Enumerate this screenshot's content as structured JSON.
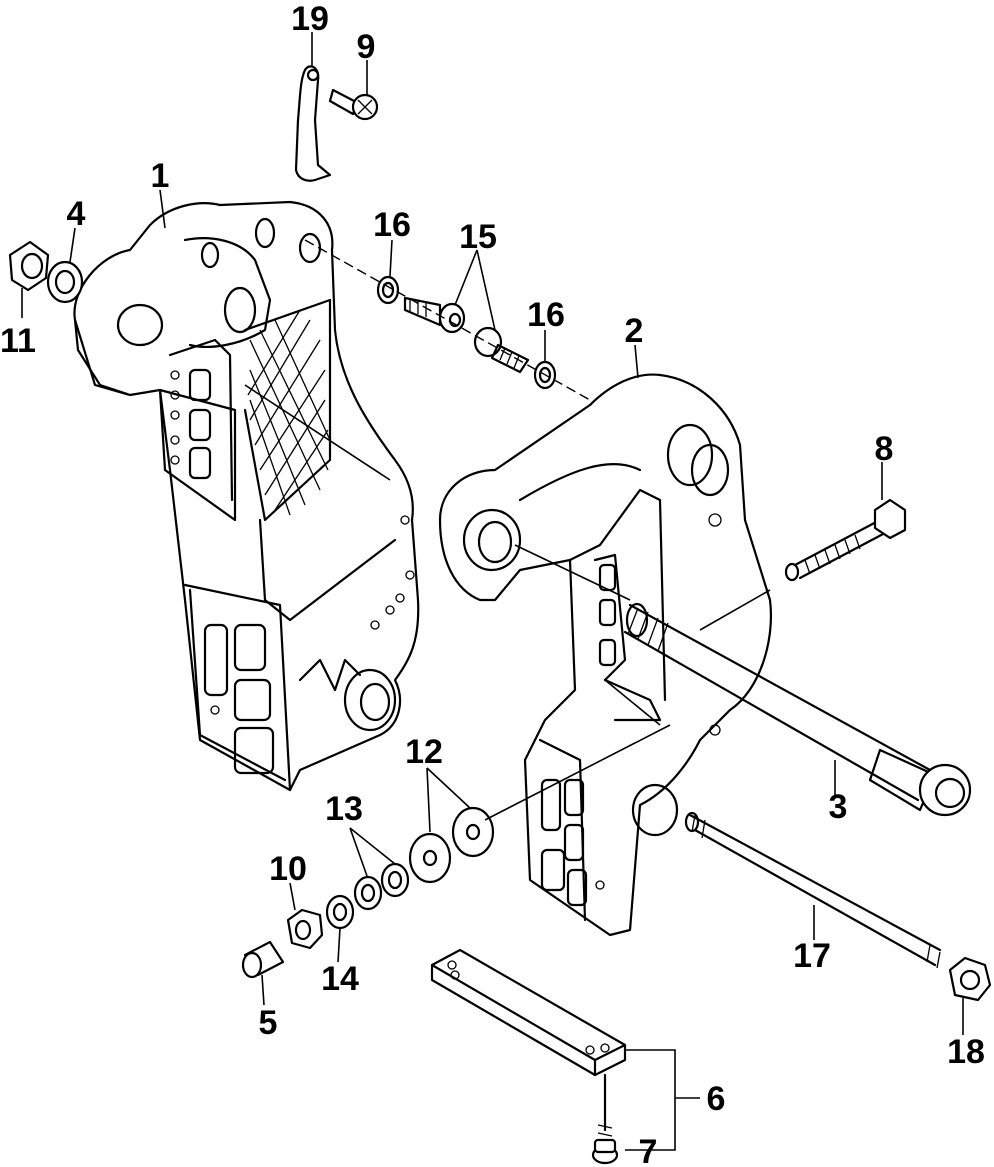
{
  "callouts": [
    {
      "id": "1",
      "label": "1"
    },
    {
      "id": "2",
      "label": "2"
    },
    {
      "id": "3",
      "label": "3"
    },
    {
      "id": "4",
      "label": "4"
    },
    {
      "id": "5",
      "label": "5"
    },
    {
      "id": "6",
      "label": "6"
    },
    {
      "id": "7",
      "label": "7"
    },
    {
      "id": "8",
      "label": "8"
    },
    {
      "id": "9",
      "label": "9"
    },
    {
      "id": "10",
      "label": "10"
    },
    {
      "id": "11",
      "label": "11"
    },
    {
      "id": "12",
      "label": "12"
    },
    {
      "id": "13",
      "label": "13"
    },
    {
      "id": "14",
      "label": "14"
    },
    {
      "id": "15",
      "label": "15"
    },
    {
      "id": "16a",
      "label": "16"
    },
    {
      "id": "16b",
      "label": "16"
    },
    {
      "id": "17",
      "label": "17"
    },
    {
      "id": "18",
      "label": "18"
    },
    {
      "id": "19",
      "label": "19"
    }
  ]
}
